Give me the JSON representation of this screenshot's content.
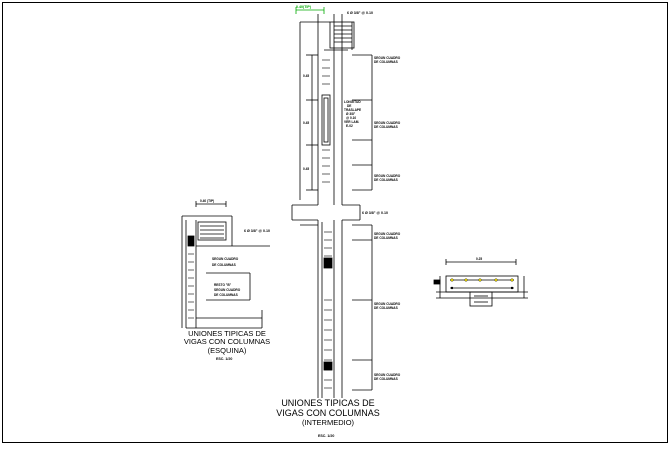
{
  "labels": {
    "top_green": "0.40(TIP)",
    "top_rebar": "6 Ø 3/8\" @ 0.10",
    "mid_rebar": "6 Ø 3/8\" @ 0.10",
    "side_rebar": "6 Ø 3/8\" @ 0.10",
    "segun_1a": "SEGUN CUADRO",
    "segun_1b": "DE COLUMNAS",
    "segun_2a": "SEGUN CUADRO",
    "segun_2b": "DE COLUMNAS",
    "segun_3a": "SEGUN CUADRO",
    "segun_3b": "DE COLUMNAS",
    "segun_4a": "SEGUN CUADRO",
    "segun_4b": "DE COLUMNAS",
    "segun_5a": "SEGUN CUADRO",
    "segun_5b": "DE COLUMNAS",
    "segun_6a": "SEGUN CUADRO",
    "segun_6b": "DE COLUMNAS",
    "longitud_1": "LONGITUD",
    "longitud_2": "DE",
    "longitud_3": "TRASLAPE",
    "longitud_4": "Ø 3/8\"",
    "longitud_5": "@ 0.10",
    "longitud_6": "VER LAM.",
    "longitud_7": "E-02",
    "dim_left_1": "0.45",
    "dim_left_2": "0.45",
    "dim_left_3": "0.45",
    "corner_top": "0.40 (TIP)",
    "corner_segun_a": "SEGUN CUADRO",
    "corner_segun_b": "DE COLUMNAS",
    "corner_resto_a": "RESTO \"B\"",
    "corner_resto_b": "SEGUN CUADRO",
    "corner_resto_c": "DE COLUMNAS",
    "corner_title_1": "UNIONES TIPICAS DE",
    "corner_title_2": "VIGAS CON COLUMNAS",
    "corner_title_3": "(ESQUINA)",
    "corner_scale": "ESC. 1/20",
    "main_title_1": "UNIONES TIPICAS DE",
    "main_title_2": "VIGAS CON COLUMNAS",
    "main_title_3": "(INTERMEDIO)",
    "main_scale": "ESC. 1/20",
    "section_top": "0.25"
  },
  "colors": {
    "line": "#000000",
    "accent_green": "#00aa00",
    "highlight_yellow": "#e6d200"
  }
}
